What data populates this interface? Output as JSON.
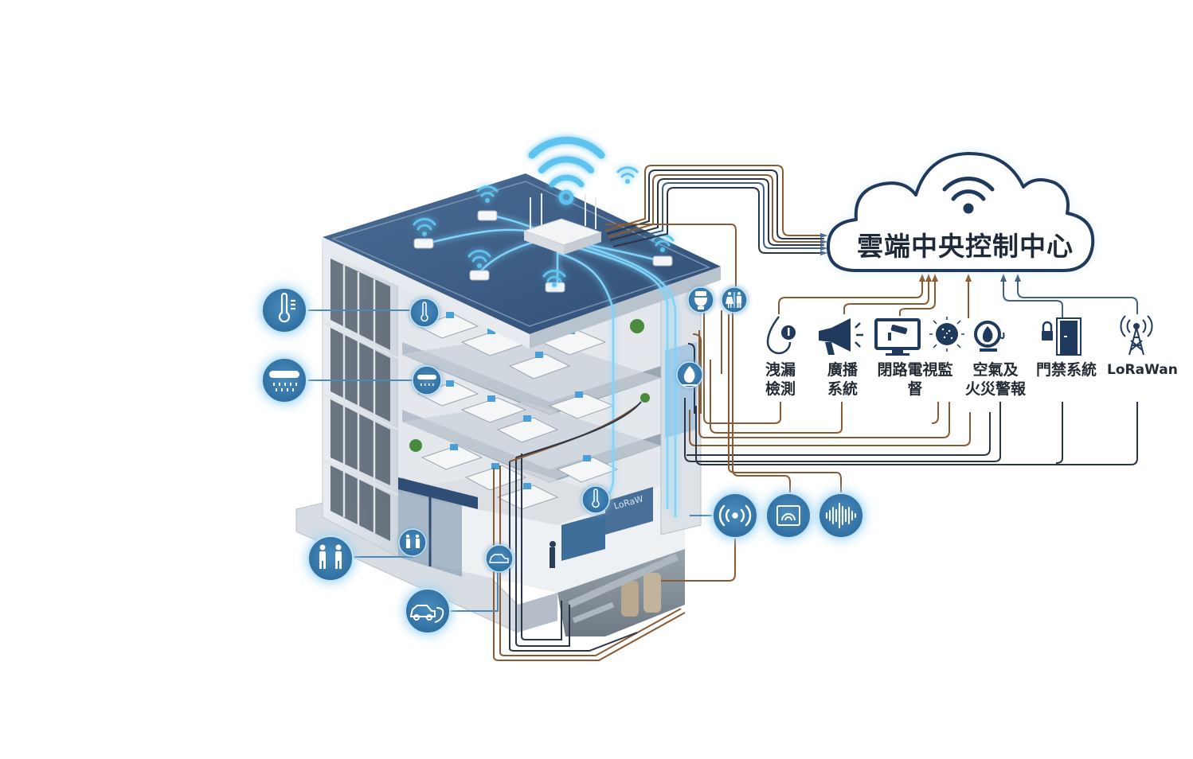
{
  "diagram": {
    "title": "雲端中央控制中心",
    "colors": {
      "navy": "#1f3a5c",
      "icon_blue": "#3f7fb0",
      "glow_blue": "#5ec3f0",
      "roof": "#3f5f86",
      "wire_brown": "#8a5a32",
      "wire_dark": "#2a3547",
      "text": "#222a33"
    },
    "cloud": {
      "label": "雲端中央控制中心",
      "icon": "wifi-icon"
    },
    "systems": [
      {
        "id": "leak",
        "icon": "water-drop-alert-icon",
        "line1": "洩漏",
        "line2": "檢測"
      },
      {
        "id": "broadcast",
        "icon": "megaphone-icon",
        "line1": "廣播",
        "line2": "系統"
      },
      {
        "id": "cctv",
        "icon": "cctv-monitor-icon",
        "line1": "閉路電視監",
        "line2": "督"
      },
      {
        "id": "air",
        "icon": "air-particle-icon",
        "line1": "",
        "line2": ""
      },
      {
        "id": "fire",
        "icon": "fire-alarm-bell-icon",
        "line1": "空氣及",
        "line2": "火災警報"
      },
      {
        "id": "access",
        "icon": "lock-door-icon",
        "line1": "門禁系統",
        "line2": ""
      },
      {
        "id": "lorawan",
        "icon": "radio-tower-icon",
        "line1": "LoRaWan",
        "line2": ""
      }
    ],
    "building_sensors": {
      "left": [
        {
          "icon": "thermometer-icon"
        },
        {
          "icon": "sprinkler-icon"
        },
        {
          "icon": "people-counter-icon"
        },
        {
          "icon": "ev-charging-icon"
        }
      ],
      "right": [
        {
          "icon": "toilet-icon"
        },
        {
          "icon": "restroom-icon"
        },
        {
          "icon": "gas-flame-icon"
        }
      ],
      "bottom": [
        {
          "icon": "wireless-signal-icon"
        },
        {
          "icon": "vibration-sensor-icon"
        },
        {
          "icon": "sound-wave-icon"
        }
      ]
    },
    "lobby_sign": "LoRaW"
  }
}
